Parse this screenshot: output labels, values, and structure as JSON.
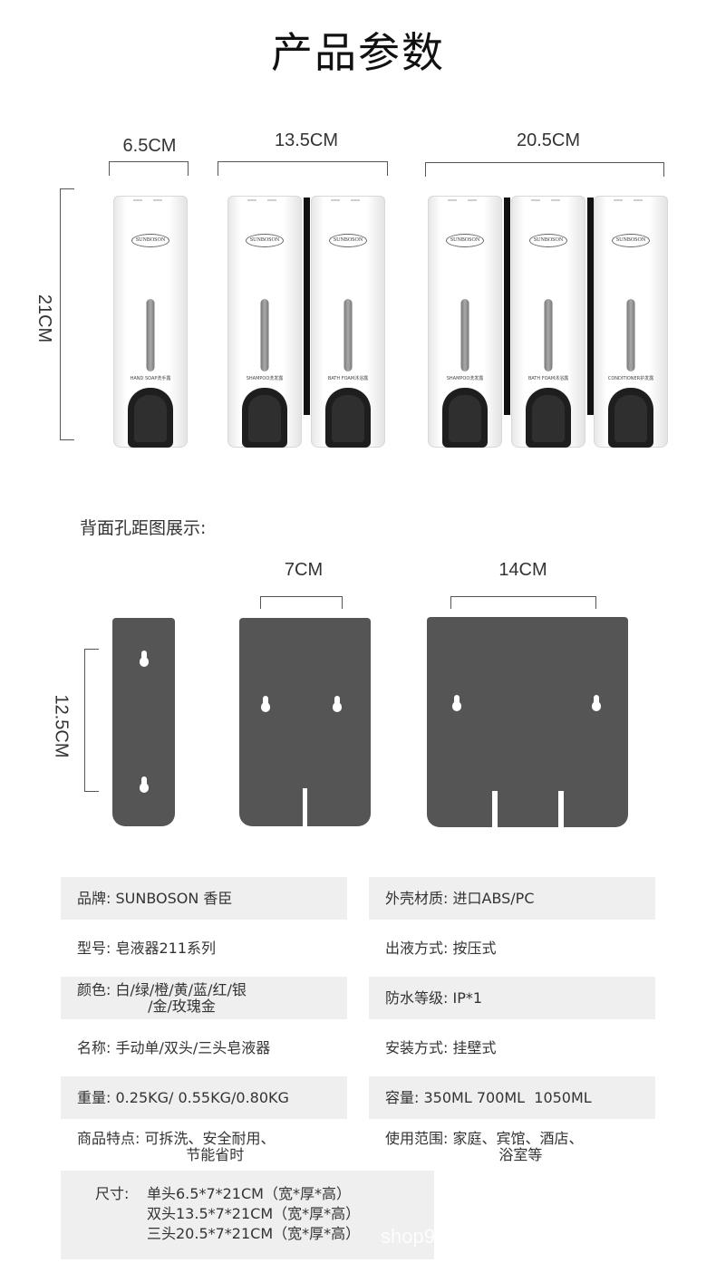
{
  "title": "产品参数",
  "front_view": {
    "height_label": "21CM",
    "widths": [
      {
        "label": "6.5CM"
      },
      {
        "label": "13.5CM"
      },
      {
        "label": "20.5CM"
      }
    ],
    "brand_logo_text": "SUNBOSON",
    "units": {
      "single": [
        "HAND SOAP洗手露"
      ],
      "double": [
        "SHAMPOO洗发露",
        "BATH FOAM沐浴露"
      ],
      "triple": [
        "SHAMPOO洗发露",
        "BATH FOAM沐浴露",
        "CONDITIONER护发露"
      ]
    }
  },
  "back_view": {
    "heading": "背面孔距图展示:",
    "vertical_label": "12.5CM",
    "double_spacing": "7CM",
    "triple_spacing": "14CM"
  },
  "specs": {
    "left": [
      {
        "key": "品牌:",
        "value": " SUNBOSON 香臣"
      },
      {
        "key": "型号:",
        "value": " 皂液器211系列"
      },
      {
        "key": "颜色:",
        "value": " 白/绿/橙/黄/蓝/红/银\n        /金/玫瑰金"
      },
      {
        "key": "名称:",
        "value": " 手动单/双头/三头皂液器"
      },
      {
        "key": "重量:",
        "value": " 0.25KG/ 0.55KG/0.80KG"
      },
      {
        "key": "商品特点:",
        "value": " 可拆洗、安全耐用、\n          节能省时"
      }
    ],
    "right": [
      {
        "key": "外壳材质:",
        "value": " 进口ABS/PC"
      },
      {
        "key": "出液方式:",
        "value": " 按压式"
      },
      {
        "key": "防水等级:",
        "value": " IP*1"
      },
      {
        "key": "安装方式:",
        "value": " 挂壁式"
      },
      {
        "key": "容量:",
        "value": " 350ML 700ML  1050ML"
      },
      {
        "key": "使用范围:",
        "value": " 家庭、宾馆、酒店、\n           浴室等"
      }
    ],
    "size": {
      "key": "尺寸:",
      "lines": [
        "单头6.5*7*21CM（宽*厚*高）",
        "双头13.5*7*21CM（宽*厚*高）",
        "三头20.5*7*21CM（宽*厚*高）"
      ]
    }
  },
  "watermark": "shop9"
}
